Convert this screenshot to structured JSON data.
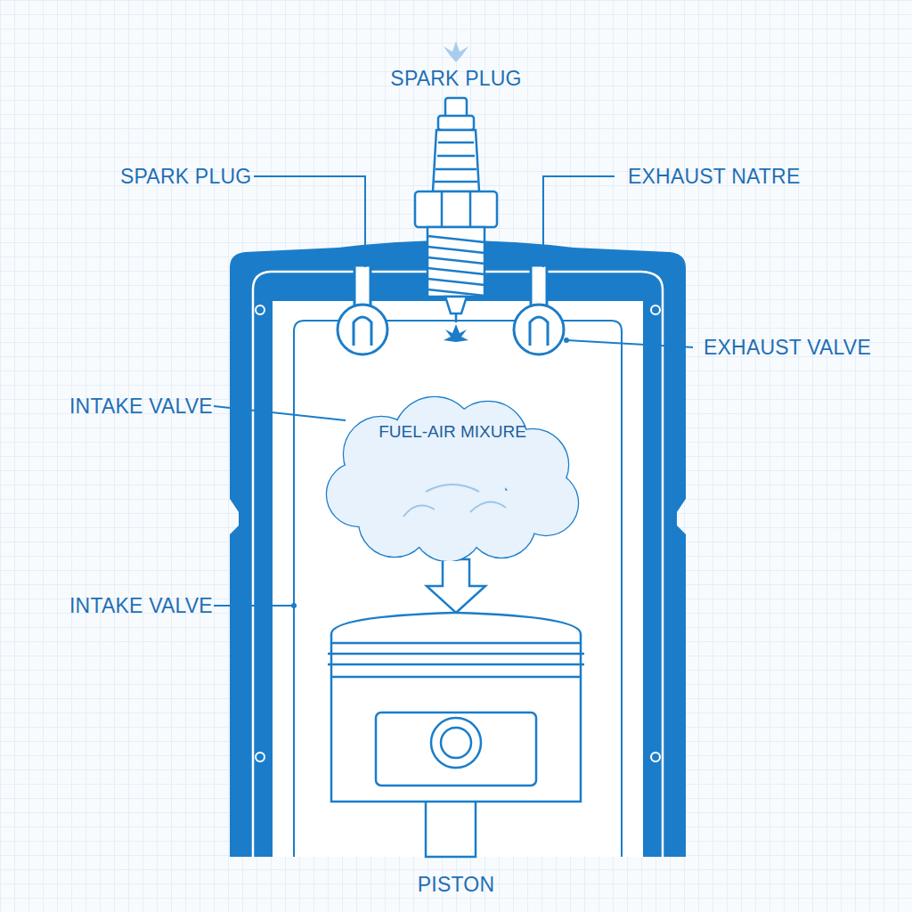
{
  "diagram": {
    "nodes": [
      {
        "text": [
          "FUEL-AIR MIXURE"
        ]
      }
    ],
    "labels": [
      "SPARK PLUG",
      "SPARK PLUG",
      "EXHAUST NATRE",
      "EXHAUST VALVE",
      "INTAKE VALVE",
      "INTAKE VALVE",
      "PISTON"
    ]
  }
}
